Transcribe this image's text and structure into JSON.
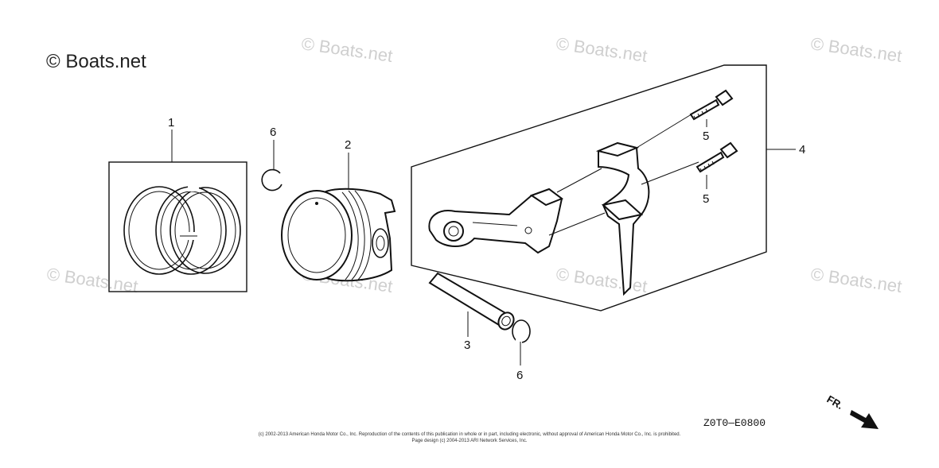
{
  "watermarks": {
    "main": "© Boats.net",
    "faded": "© Boats.net"
  },
  "callouts": [
    {
      "id": "1",
      "text": "1"
    },
    {
      "id": "2",
      "text": "2"
    },
    {
      "id": "3",
      "text": "3"
    },
    {
      "id": "4",
      "text": "4"
    },
    {
      "id": "5a",
      "text": "5"
    },
    {
      "id": "5b",
      "text": "5"
    },
    {
      "id": "6a",
      "text": "6"
    },
    {
      "id": "6b",
      "text": "6"
    }
  ],
  "diagram_code": "Z0T0—E0800",
  "copyright_line_1": "(c) 2002-2013 American Honda Motor Co., Inc. Reproduction of the contents of this publication in whole or in part, including electronic, without approval of American Honda Motor Co., Inc. is prohibited.",
  "copyright_line_2": "Page design (c) 2004-2013 ARI Network Services, Inc.",
  "front_arrow_label": "FR."
}
